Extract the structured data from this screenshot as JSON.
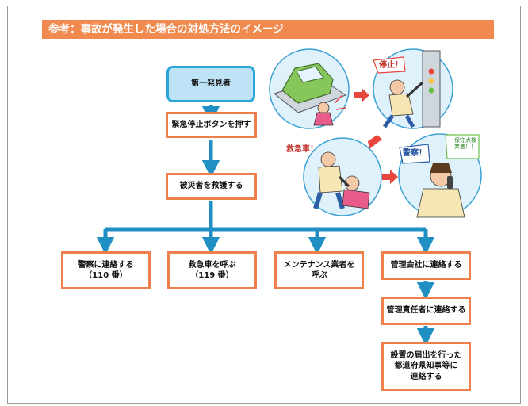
{
  "header": {
    "title": "参考：事故が発生した場合の対処方法のイメージ"
  },
  "flow": {
    "start": "第一発見者",
    "step1": "緊急停止ボタンを押す",
    "step2": "被災者を救護する",
    "branches": [
      "警察に連絡する\n（110 番）",
      "救急車を呼ぶ\n（119 番）",
      "メンテナンス業者を\n呼ぶ",
      "管理会社に連絡する"
    ],
    "chain": [
      "管理責任者に連絡する",
      "設置の届出を行った\n都道府県知事等に\n連絡する"
    ]
  },
  "illustration": {
    "speech_stop": "停止！",
    "speech_ambulance": "救急車！",
    "speech_police": "警察！",
    "speech_maintenance": "保守点検\n業者！！"
  },
  "colors": {
    "accent": "#f08a4e",
    "box_border": "#ef7f4b",
    "arrow": "#1f8fc4",
    "start_fill": "#bfe3f6",
    "arrow_red": "#e8453c"
  }
}
